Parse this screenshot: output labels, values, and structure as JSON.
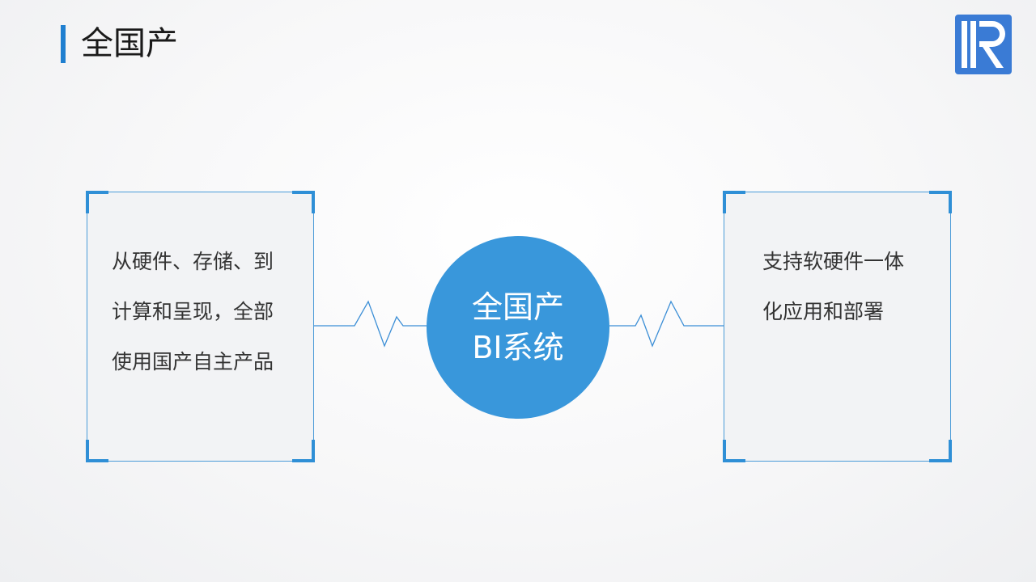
{
  "slide": {
    "title": "全国产"
  },
  "center_node": {
    "line1": "全国产",
    "line2": "BI系统",
    "color": "#3997db"
  },
  "left_box": {
    "lines": [
      "从硬件、存储、到",
      "计算和呈现，全部",
      "使用国产自主产品"
    ]
  },
  "right_box": {
    "lines": [
      "支持软硬件一体",
      "化应用和部署"
    ]
  },
  "colors": {
    "accent": "#1f7fd0",
    "border": "#4a9bd8",
    "logo": "#3a7bd5"
  }
}
